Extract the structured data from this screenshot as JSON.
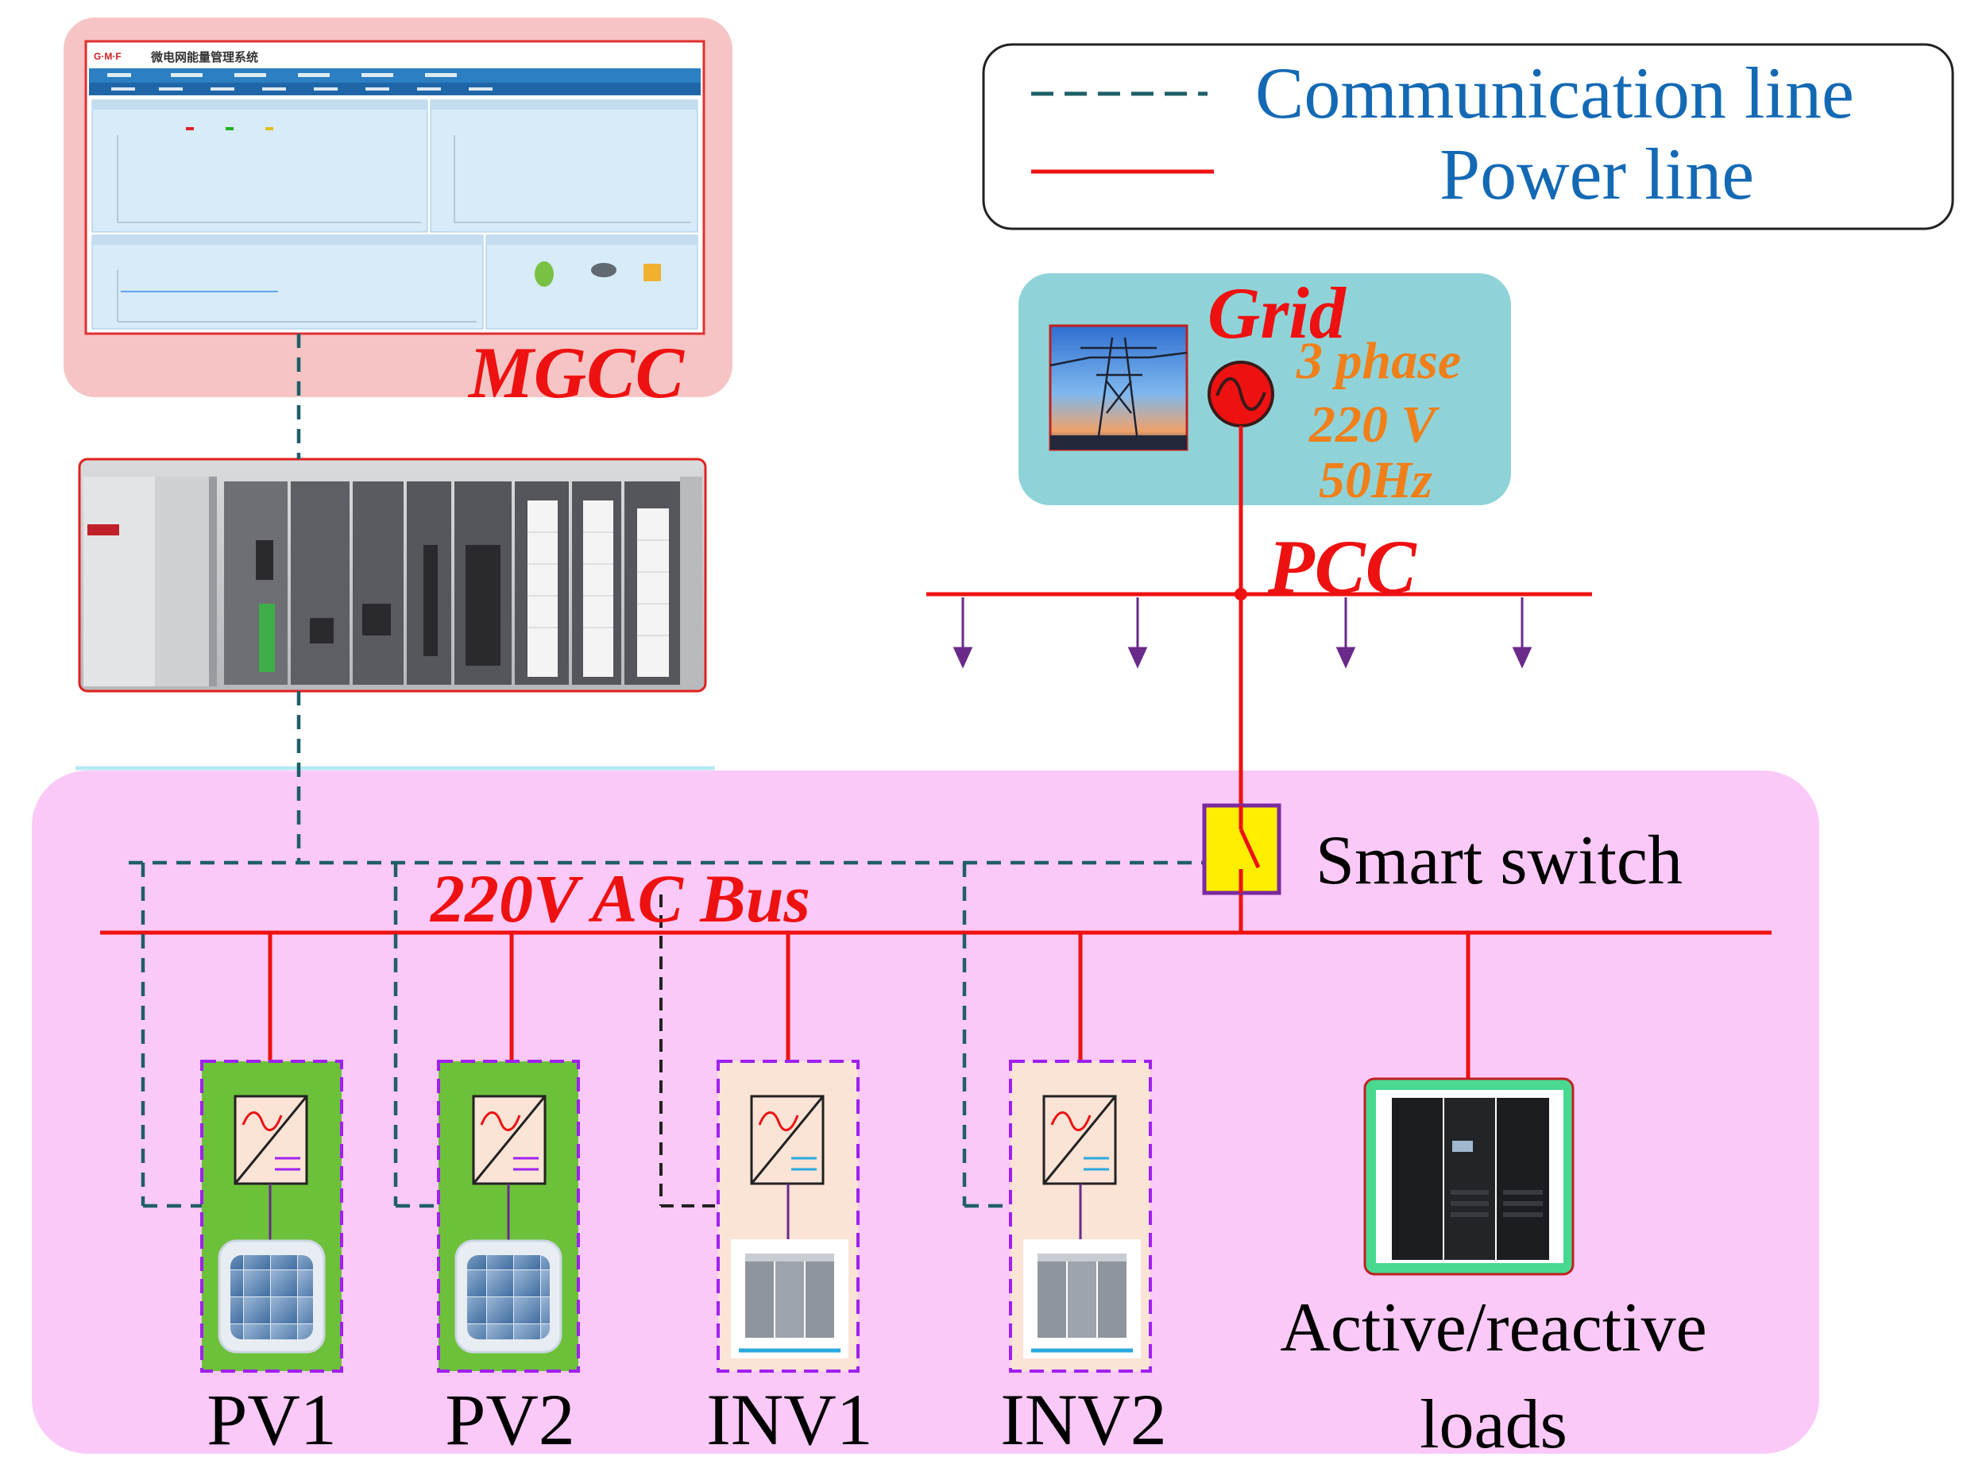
{
  "legend": {
    "communication_label": "Communication line",
    "power_label": "Power line"
  },
  "mgcc": {
    "label": "MGCC",
    "screen_title": "微电网能量管理系统"
  },
  "grid": {
    "label": "Grid",
    "phase": "3 phase",
    "voltage": "220 V",
    "frequency": "50Hz"
  },
  "pcc": {
    "label": "PCC"
  },
  "switch": {
    "label": "Smart switch"
  },
  "bus": {
    "label": "220V AC Bus"
  },
  "units": [
    {
      "id": "pv1",
      "label": "PV1"
    },
    {
      "id": "pv2",
      "label": "PV2"
    },
    {
      "id": "inv1",
      "label": "INV1"
    },
    {
      "id": "inv2",
      "label": "INV2"
    }
  ],
  "loads": {
    "label_line1": "Active/reactive",
    "label_line2": "loads"
  },
  "colors": {
    "power_line": "#ee1111",
    "comm_line": "#1f5f66",
    "legend_text": "#1469b4",
    "mgcc_bg": "#f6c4c4",
    "grid_bg": "#8fd3d8",
    "microgrid_bg": "#fbc9f7",
    "pv_bg": "#6cc03a",
    "inv_bg": "#fbe3d6",
    "frame_purple": "#a020f0",
    "grid_orange": "#f07f19"
  }
}
